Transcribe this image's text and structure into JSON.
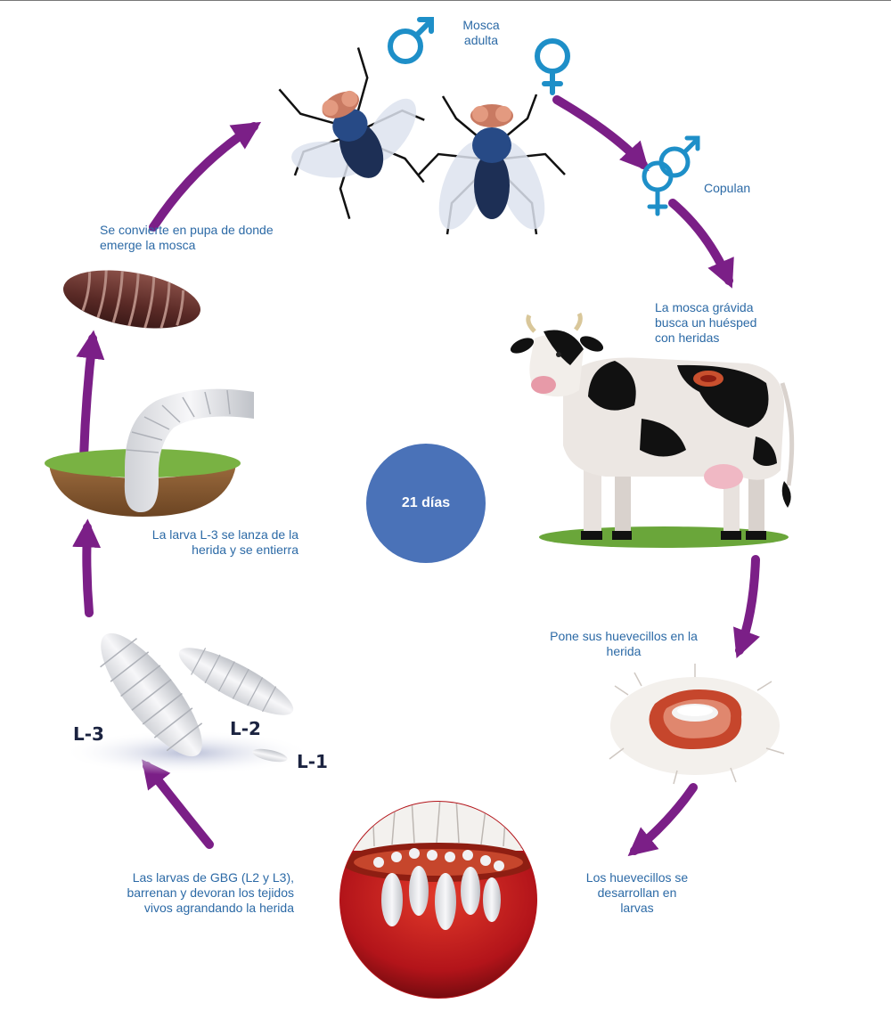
{
  "diagram": {
    "center": "21 días",
    "labels": {
      "adult_fly": "Mosca adulta",
      "copulate": "Copulan",
      "host": "La mosca grávida busca un huésped con heridas",
      "eggs": "Pone sus huevecillos en la herida",
      "larvae": "Los huevecillos se desarrollan en larvas",
      "feeding": "Las larvas de GBG (L2 y L3), barrenan y devoran los tejidos vivos agrandando la herida",
      "burrow": "La larva L-3 se lanza de la herida y se entierra",
      "pupa": "Se convierte en pupa de donde emerge la mosca"
    },
    "stages": [
      "L-3",
      "L-2",
      "L-1"
    ]
  },
  "colors": {
    "arrow": "#7b1f87",
    "label_text": "#2c6aa6",
    "gender_symbol": "#1e8fc8",
    "center_circle": "#4a72b8",
    "stage_text": "#1b2340"
  },
  "icons": [
    "male-symbol-icon",
    "female-symbol-icon",
    "couple-symbol-icon"
  ]
}
